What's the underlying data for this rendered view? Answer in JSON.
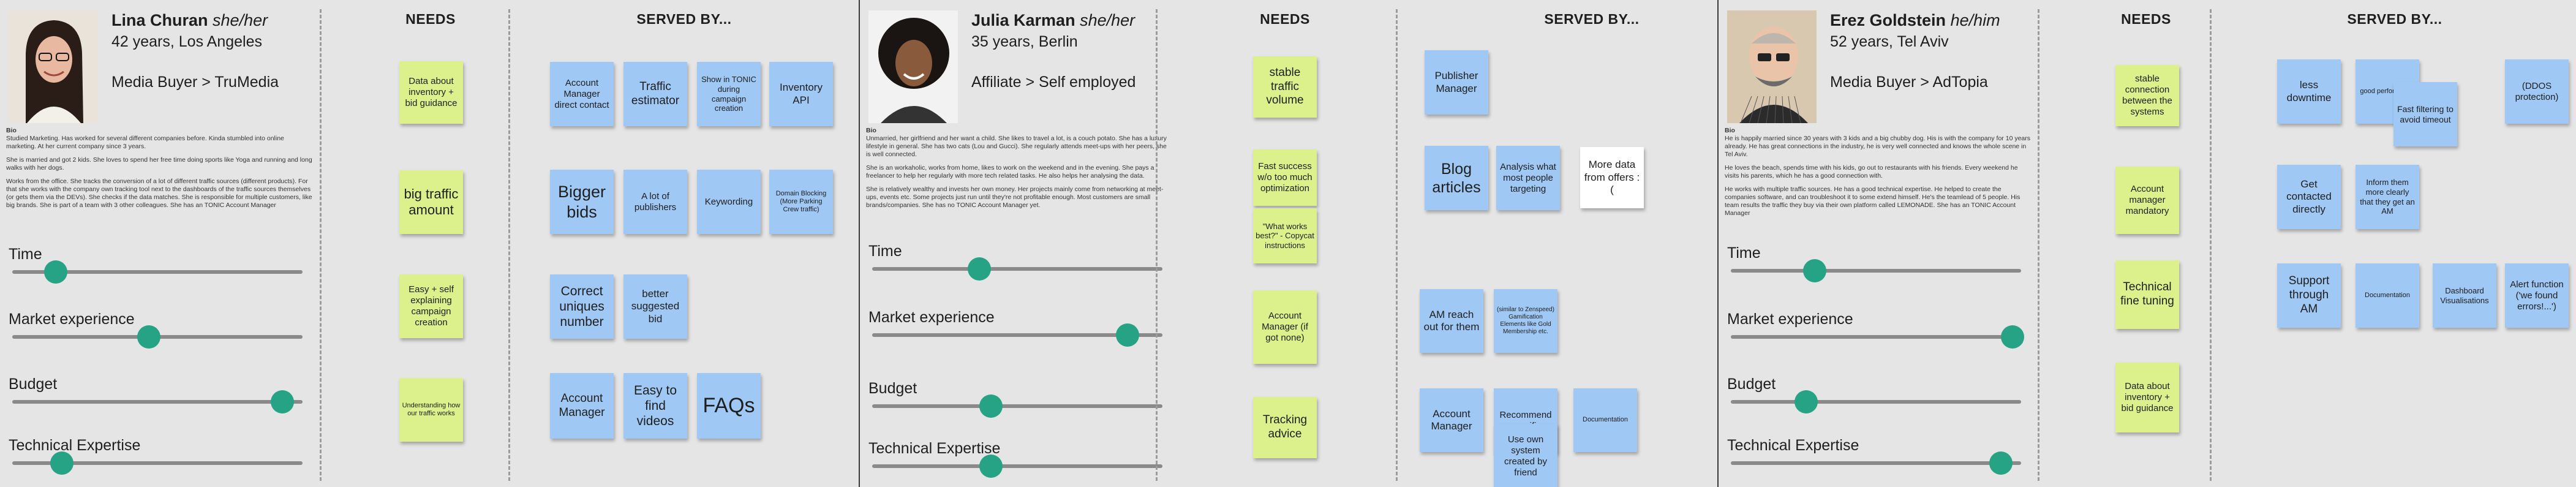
{
  "column_headers": {
    "needs": "NEEDS",
    "served_by": "SERVED BY..."
  },
  "colors": {
    "needs_note": "#dcf18c",
    "served_note": "#9fc8f5",
    "slider_knob": "#26a385",
    "slider_track": "#8a8a8a"
  },
  "personas": [
    {
      "name": "Lina Churan",
      "pronouns": "she/her",
      "age_location": "42 years, Los Angeles",
      "role": "Media Buyer > TruMedia",
      "bio_label": "Bio",
      "bio": [
        "Studied Marketing. Has worked for several different companies before. Kinda stumbled into online marketing. At her current company since 3 years.",
        "She is married and got 2 kids. She loves to spend her free time doing sports like Yoga and running and long walks with her dogs.",
        "Works from the office. She tracks the conversion of a lot of different traffic sources (different products). For that she works with the company own tracking tool next to the dashboards of the traffic sources themselves (or gets them via the DEVs). She checks if the data matches. She is responsible for multiple customers, like big brands. She is part of a team with 3 other colleagues. She has an TONIC Account Manager"
      ],
      "sliders": [
        {
          "label": "Time",
          "value": 0.15
        },
        {
          "label": "Market experience",
          "value": 0.47
        },
        {
          "label": "Budget",
          "value": 0.93
        },
        {
          "label": "Technical Expertise",
          "value": 0.17
        }
      ],
      "needs": [
        "Data about inventory + bid guidance",
        "big traffic amount",
        "Easy + self explaining campaign creation",
        "Understanding how our traffic works"
      ],
      "served_by": [
        "Account Manager direct contact",
        "Traffic estimator",
        "Show in TONIC during campaign creation",
        "Inventory API",
        "Bigger bids",
        "A lot of publishers",
        "Keywording",
        "Domain Blocking (More Parking Crew traffic)",
        "Correct uniques number",
        "better suggested bid",
        "Account Manager",
        "Easy to find videos",
        "FAQs"
      ]
    },
    {
      "name": "Julia Karman",
      "pronouns": "she/her",
      "age_location": "35 years, Berlin",
      "role": "Affiliate > Self employed",
      "bio_label": "Bio",
      "bio": [
        "Unmarried, her girlfriend and her want a child. She likes to travel a lot, is a couch potato. She has a luxury lifestyle in general. She has two cats (Lou and Gucci). She regularly attends meet-ups with her peers, she is well connected.",
        "She is an workaholic, works from home, likes to work on the weekend and in the evening. She pays a freelancer to help her regularly with more tech related tasks. He also helps her analysing the data.",
        "She is relatively wealthy and invests her own money. Her projects mainly come from networking at meet-ups, events etc. Some projects just run until they're not profitable enough. Most customers are small brands/companies. She has no TONIC Account Manager yet."
      ],
      "sliders": [
        {
          "label": "Time",
          "value": 0.37
        },
        {
          "label": "Market experience",
          "value": 0.88
        },
        {
          "label": "Budget",
          "value": 0.41
        },
        {
          "label": "Technical Expertise",
          "value": 0.41
        }
      ],
      "needs": [
        "stable traffic volume",
        "Fast success w/o too much optimization",
        "\"What works best?\" - Copycat instructions",
        "Account Manager (if got none)",
        "Tracking advice"
      ],
      "served_by": [
        "Publisher Manager",
        "Blog articles",
        "Analysis what most people targeting",
        "More data from offers :(",
        "AM reach out for them",
        "(similar to Zenspeed) Gamification Elements like Gold Membership etc.",
        "Account Manager",
        "Recommend specific",
        "Use own system created by friend",
        "Documentation"
      ]
    },
    {
      "name": "Erez Goldstein",
      "pronouns": "he/him",
      "age_location": "52 years, Tel Aviv",
      "role": "Media Buyer > AdTopia",
      "bio_label": "Bio",
      "bio": [
        "He is happily married since 30 years with 3 kids and a big chubby dog. His is with the company for 10 years already. He has great connections in the industry, he is very well connected and knows the whole scene in Tel Aviv.",
        "He loves the beach, spends time with his kids, go out to restaurants with his friends. Every weekend he visits his parents, which he has a good connection with.",
        "He works with multiple traffic sources. He has a good technical expertise. He helped to create the companies software, and can troubleshoot it to some extend himself. He's the teamlead of 5 people. His team results the traffic they buy via their own platform called LEMONADE. She has an TONIC Account Manager"
      ],
      "sliders": [
        {
          "label": "Time",
          "value": 0.29
        },
        {
          "label": "Market experience",
          "value": 0.97
        },
        {
          "label": "Budget",
          "value": 0.26
        },
        {
          "label": "Technical Expertise",
          "value": 0.93
        }
      ],
      "needs": [
        "stable connection between the systems",
        "Account manager mandatory",
        "Technical fine tuning",
        "Data about inventory + bid guidance"
      ],
      "served_by": [
        "less downtime",
        "good performance",
        "Fast filtering to avoid timeout",
        "(DDOS protection)",
        "Get contacted directly",
        "Inform them more clearly that they get an AM",
        "Support through AM",
        "Documentation",
        "Dashboard Visualisations",
        "Alert function ('we found errors!...')"
      ]
    }
  ]
}
